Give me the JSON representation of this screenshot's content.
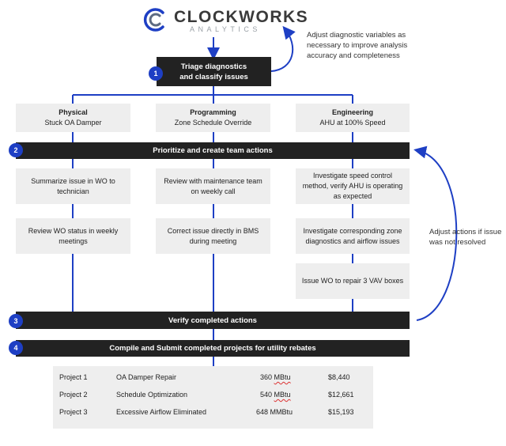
{
  "logo": {
    "name": "CLOCKWORKS",
    "sub": "ANALYTICS"
  },
  "notes": {
    "adjust_diagnostics": "Adjust diagnostic variables as necessary to improve analysis accuracy and completeness",
    "adjust_actions": "Adjust actions if issue was not resolved"
  },
  "steps": [
    {
      "number": "1",
      "lines": [
        "Triage diagnostics",
        "and classify issues"
      ]
    },
    {
      "number": "2",
      "label": "Prioritize and create team actions"
    },
    {
      "number": "3",
      "label": "Verify completed actions"
    },
    {
      "number": "4",
      "label": "Compile and Submit completed projects for utility rebates"
    }
  ],
  "categories": [
    {
      "title": "Physical",
      "issue": "Stuck OA Damper"
    },
    {
      "title": "Programming",
      "issue": "Zone Schedule Override"
    },
    {
      "title": "Engineering",
      "issue": "AHU at 100% Speed"
    }
  ],
  "actions": {
    "physical": [
      [
        "Summarize issue in WO to",
        "technician"
      ],
      [
        "Review WO status in weekly",
        "meetings"
      ]
    ],
    "programming": [
      [
        "Review with maintenance team",
        "on weekly call"
      ],
      [
        "Correct issue directly in BMS",
        "during meeting"
      ]
    ],
    "engineering": [
      [
        "Investigate speed control",
        "method, verify AHU is operating",
        "as expected"
      ],
      [
        "Investigate corresponding zone",
        "diagnostics and airflow issues"
      ],
      [
        "Issue WO to repair 3 VAV boxes"
      ]
    ]
  },
  "projects": [
    {
      "id": "Project 1",
      "name": "OA Damper Repair",
      "savings_value": "360",
      "savings_unit": "MBtu",
      "rebate": "$8,440"
    },
    {
      "id": "Project 2",
      "name": "Schedule Optimization",
      "savings_value": "540",
      "savings_unit": "MBtu",
      "rebate": "$12,661"
    },
    {
      "id": "Project 3",
      "name": "Excessive Airflow Eliminated",
      "savings_value": "648",
      "savings_unit": "MMBtu",
      "rebate": "$15,193"
    }
  ],
  "colors": {
    "accent": "#1e3fc4",
    "dark_box": "#222222",
    "light_box": "#eeeeee"
  }
}
